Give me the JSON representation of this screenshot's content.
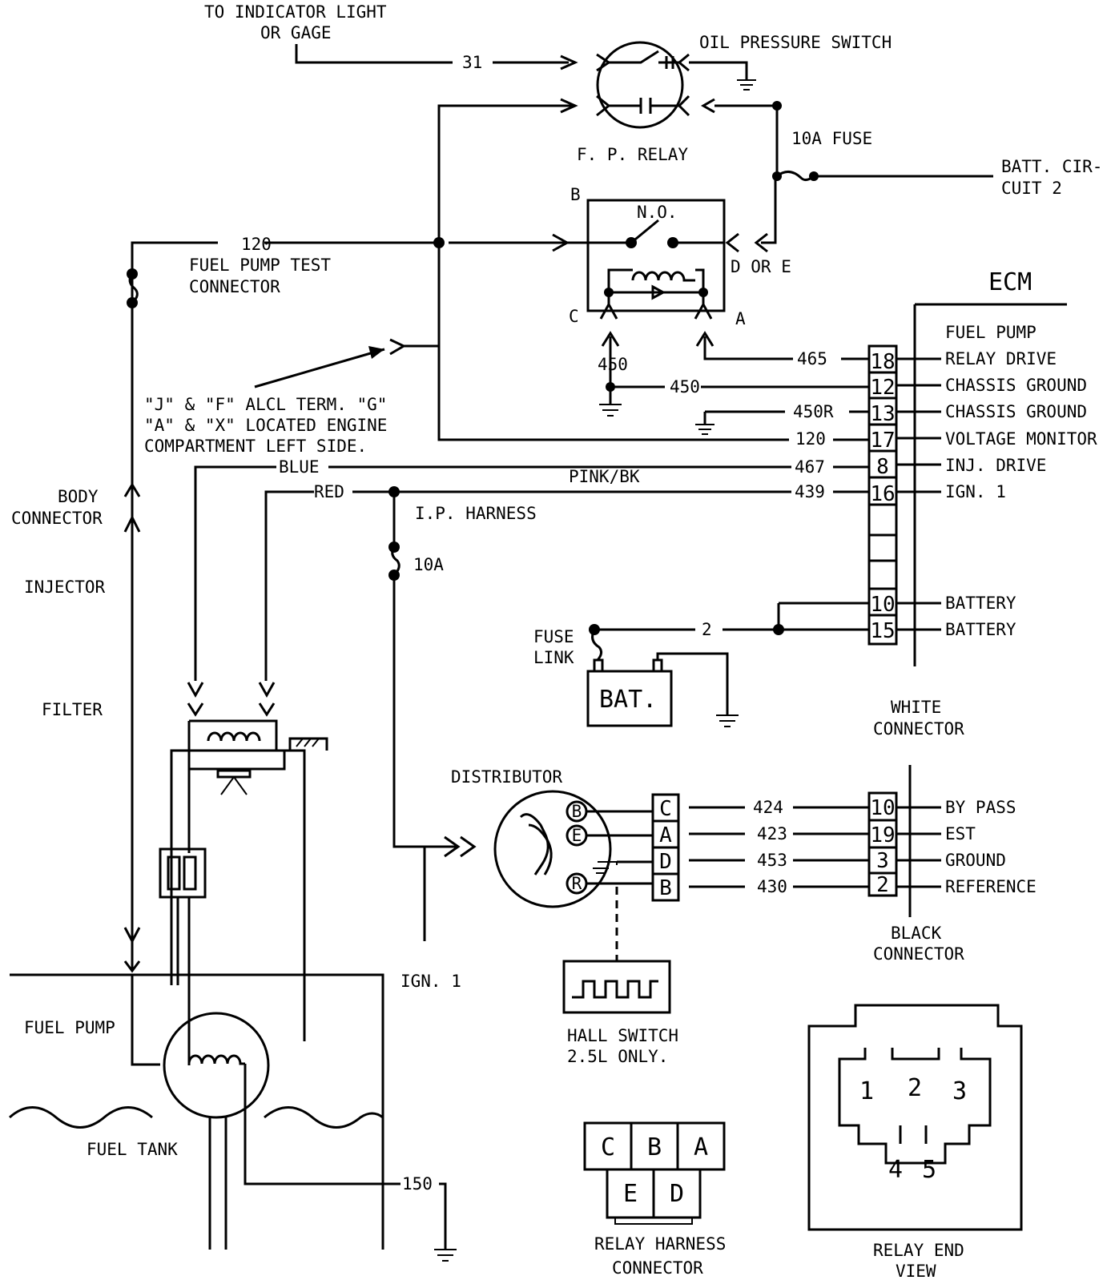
{
  "labels": {
    "indicator1": "TO INDICATOR LIGHT",
    "indicator2": "OR GAGE",
    "wire31": "31",
    "oil_switch": "OIL PRESSURE SWITCH",
    "fp_relay": "F. P. RELAY",
    "fuse10a": "10A FUSE",
    "batt1": "BATT. CIR-",
    "batt2": "CUIT 2",
    "relay_b": "B",
    "relay_no": "N.O.",
    "relay_doe": "D OR E",
    "relay_c": "C",
    "relay_a": "A",
    "wire120_top": "120",
    "fptc1": "FUEL PUMP TEST",
    "fptc2": "CONNECTOR",
    "note1": "\"J\" & \"F\" ALCL TERM. \"G\"",
    "note2": "\"A\" & \"X\" LOCATED ENGINE",
    "note3": "COMPARTMENT LEFT SIDE.",
    "ecm": "ECM",
    "wire465": "465",
    "wire450a": "450",
    "wire450b": "450",
    "wire450r": "450R",
    "wire120": "120",
    "wire467": "467",
    "wire439": "439",
    "blue": "BLUE",
    "pinkbk": "PINK/BK",
    "red": "RED",
    "ip_harness": "I.P. HARNESS",
    "fuse10a_b": "10A",
    "body1": "BODY",
    "body2": "CONNECTOR",
    "injector": "INJECTOR",
    "filter": "FILTER",
    "fuse_link1": "FUSE",
    "fuse_link2": "LINK",
    "wire2": "2",
    "bat": "BAT.",
    "white1": "WHITE",
    "white2": "CONNECTOR",
    "distributor": "DISTRIBUTOR",
    "dist_b": "B",
    "dist_e": "E",
    "dist_r": "R",
    "hall1": "HALL SWITCH",
    "hall2": "2.5L ONLY.",
    "ign1": "IGN. 1",
    "black1": "BLACK",
    "black2": "CONNECTOR",
    "fuel_pump": "FUEL PUMP",
    "fuel_tank": "FUEL TANK",
    "wire150": "150",
    "rhc1": "RELAY HARNESS",
    "rhc2": "CONNECTOR",
    "rev1": "RELAY END",
    "rev2": "VIEW"
  },
  "ecm_white_pins": [
    {
      "pin": "18",
      "wire": "465",
      "label": "FUEL PUMP",
      "label2": "RELAY DRIVE"
    },
    {
      "pin": "12",
      "wire": "450",
      "label": "CHASSIS GROUND"
    },
    {
      "pin": "13",
      "wire": "450R",
      "label": "CHASSIS GROUND"
    },
    {
      "pin": "17",
      "wire": "120",
      "label": "VOLTAGE MONITOR"
    },
    {
      "pin": "8",
      "wire": "467",
      "label": "INJ. DRIVE"
    },
    {
      "pin": "16",
      "wire": "439",
      "label": "IGN. 1"
    },
    {
      "pin": "10",
      "label": "BATTERY"
    },
    {
      "pin": "15",
      "label": "BATTERY"
    }
  ],
  "ecm_black_pins": [
    {
      "pin": "10",
      "wire": "424",
      "label": "BY PASS",
      "dist_pin": "C"
    },
    {
      "pin": "19",
      "wire": "423",
      "label": "EST",
      "dist_pin": "A"
    },
    {
      "pin": "3",
      "wire": "453",
      "label": "GROUND",
      "dist_pin": "D"
    },
    {
      "pin": "2",
      "wire": "430",
      "label": "REFERENCE",
      "dist_pin": "B"
    }
  ],
  "relay_harness_pins": [
    "C",
    "B",
    "A",
    "E",
    "D"
  ],
  "relay_end_pins": [
    "1",
    "2",
    "3",
    "4",
    "5"
  ]
}
